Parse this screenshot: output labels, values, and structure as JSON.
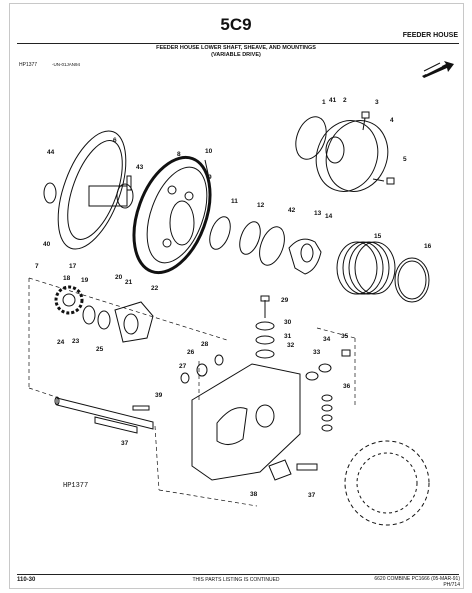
{
  "header": {
    "page_code": "5C9",
    "section": "FEEDER HOUSE",
    "title_line1": "FEEDER HOUSE LOWER SHAFT, SHEAVE, AND MOUNTINGS",
    "title_line2": "(VARIABLE DRIVE)",
    "hp_ref": "HP1377",
    "date_ref": "-UN-01JAN94"
  },
  "diagram": {
    "labels": [
      "1",
      "41",
      "2",
      "3",
      "4",
      "5",
      "6",
      "44",
      "43",
      "8",
      "10",
      "9",
      "11",
      "12",
      "42",
      "13",
      "14",
      "15",
      "16",
      "40",
      "7",
      "17",
      "18",
      "19",
      "20",
      "21",
      "22",
      "24",
      "23",
      "25",
      "29",
      "30",
      "31",
      "32",
      "34",
      "35",
      "33",
      "28",
      "26",
      "27",
      "36",
      "39",
      "37",
      "38",
      "37"
    ],
    "stamp": "HP1377",
    "icons": [
      "arrow-icon"
    ]
  },
  "footer": {
    "page_number": "110-30",
    "continued": "THIS PARTS LISTING IS CONTINUED",
    "model": "6620 COMBINE",
    "catalog": "PC1666",
    "date": "(05-MAR-91)",
    "code": "PH/714"
  }
}
